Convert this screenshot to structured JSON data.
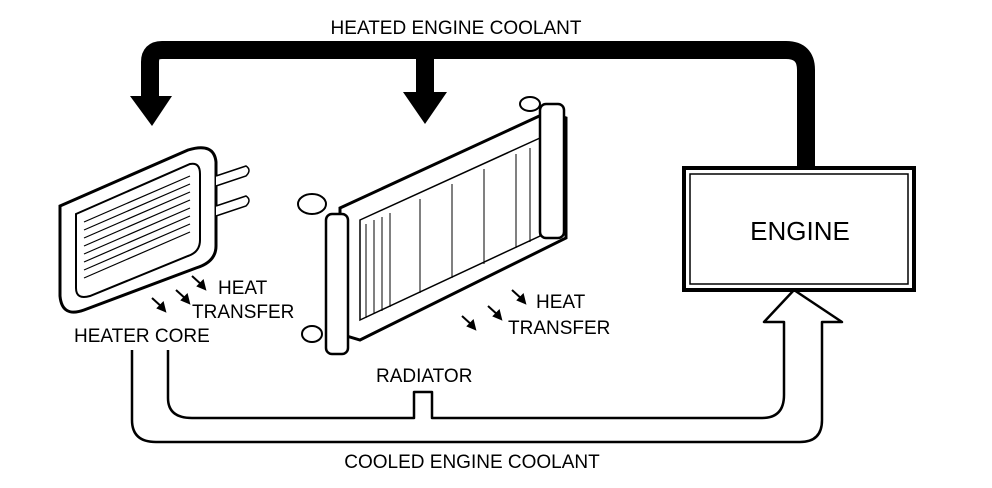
{
  "labels": {
    "heated": "HEATED ENGINE COOLANT",
    "cooled": "COOLED ENGINE COOLANT",
    "engine": "ENGINE",
    "heater_core": "HEATER CORE",
    "radiator": "RADIATOR",
    "heat_transfer_left_1": "HEAT",
    "heat_transfer_left_2": "TRANSFER",
    "heat_transfer_right_1": "HEAT",
    "heat_transfer_right_2": "TRANSFER"
  }
}
